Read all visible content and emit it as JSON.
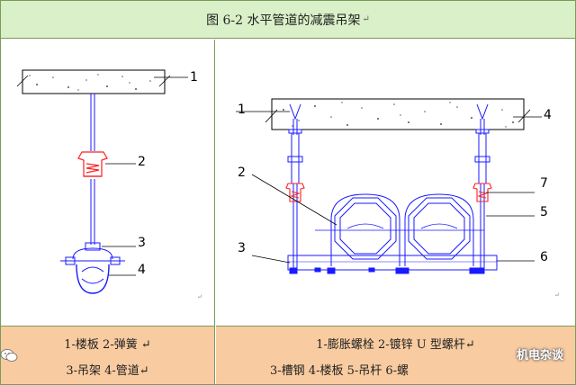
{
  "title": {
    "text": "图 6-2    水平管道的减震吊架",
    "mark": "↵"
  },
  "left_labels": [
    "1",
    "2",
    "3",
    "4"
  ],
  "right_labels": [
    "1",
    "2",
    "3",
    "4",
    "5",
    "6",
    "7"
  ],
  "legend_left": {
    "line1": "1-楼板   2-弹簧  ↵",
    "line2": "3-吊架   4-管道↵"
  },
  "legend_right": {
    "line1": "1-膨胀螺栓  2-镀锌 U 型螺杆↵",
    "line2": "3-槽钢   4-楼板   5-吊杆   6-螺"
  },
  "watermark": {
    "text": "机电杂谈"
  },
  "colors": {
    "title_bg": "#d9f0c8",
    "legend_bg": "#f8cba0",
    "drawing_blue": "#1a1aff",
    "spring_red": "#ff2020",
    "border": "#7a9a5a"
  }
}
